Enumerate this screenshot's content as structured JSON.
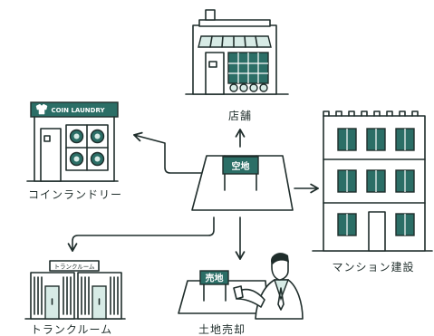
{
  "center": {
    "label": "空地"
  },
  "nodes": {
    "shop": {
      "label": "店舗"
    },
    "laundry": {
      "label": "コインランドリー",
      "sign": "COIN LAUNDRY"
    },
    "mansion": {
      "label": "マンション建設"
    },
    "trunk": {
      "label": "トランクルーム",
      "sign": "トランクルーム"
    },
    "sale": {
      "label": "土地売却",
      "sign": "売地"
    }
  },
  "colors": {
    "ink": "#1f2d2b",
    "accent": "#2b6e66",
    "pale": "#d7ebe6"
  },
  "icons": [
    "shop-building-icon",
    "laundry-shop-icon",
    "apartment-building-icon",
    "storage-container-icon",
    "land-sale-businessman-icon",
    "vacant-lot-icon"
  ]
}
